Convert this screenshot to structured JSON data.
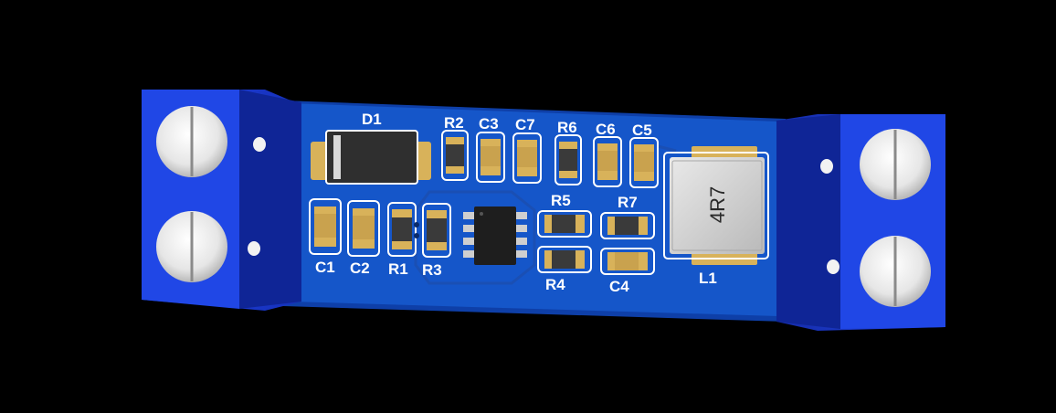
{
  "board": {
    "pcb_color": "#1556c9",
    "terminal_color": "#1f3fd6",
    "pad_color": "#d8b25a",
    "silk_color": "#ffffff"
  },
  "labels": {
    "d1": "D1",
    "r2": "R2",
    "c3": "C3",
    "c7": "C7",
    "r6": "R6",
    "c6": "C6",
    "c5": "C5",
    "r5": "R5",
    "r7": "R7",
    "c1": "C1",
    "c2": "C2",
    "r1": "R1",
    "r3": "R3",
    "r4": "R4",
    "c4": "C4",
    "l1": "L1"
  },
  "inductor_marking": "4R7"
}
